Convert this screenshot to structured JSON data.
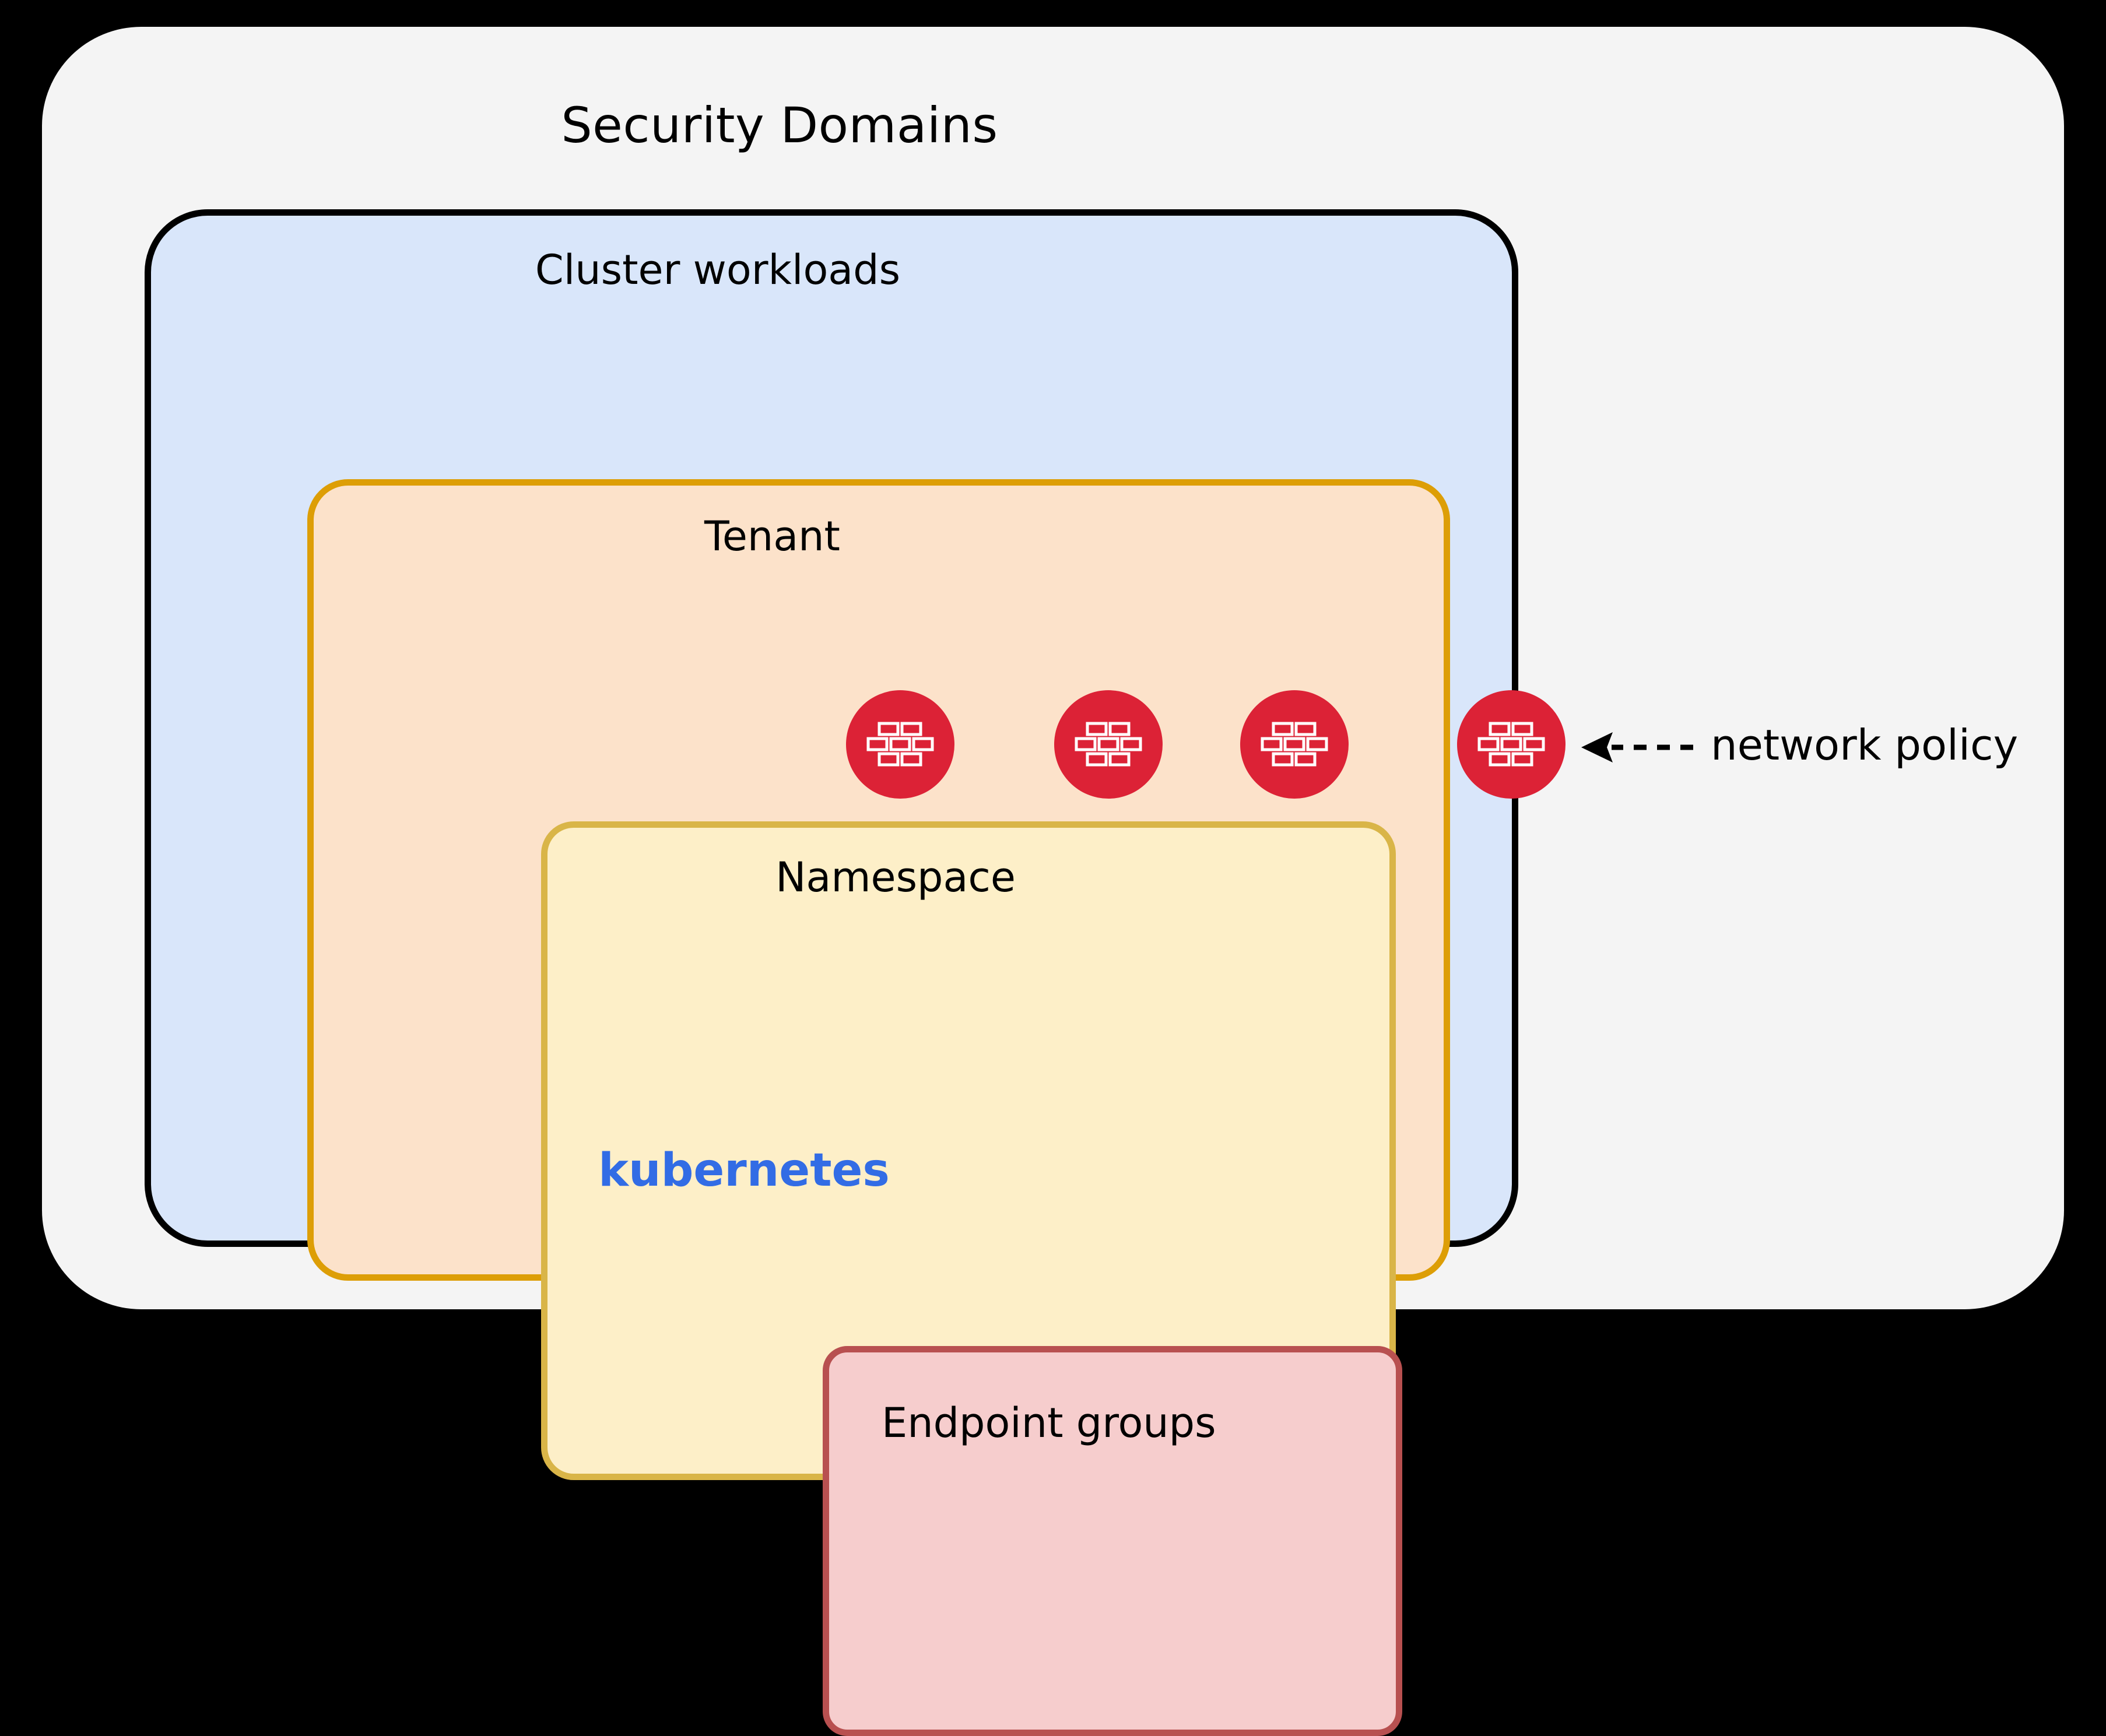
{
  "diagram": {
    "title": "Security Domains",
    "background_color": "#f4f4f4",
    "outer_color": "#000000"
  },
  "boxes": [
    {
      "id": "cluster",
      "label": "Cluster workloads",
      "fill": "#d9e6fa",
      "stroke": "#000000"
    },
    {
      "id": "tenant",
      "label": "Tenant",
      "fill": "#fce2ca",
      "stroke": "#dd9e06"
    },
    {
      "id": "namespace",
      "label": "Namespace",
      "fill": "#fdefc8",
      "stroke": "#d9b548"
    },
    {
      "id": "endpoint",
      "label": "Endpoint groups",
      "fill": "#f6cdcd",
      "stroke": "#b85050"
    }
  ],
  "platform": {
    "wordmark": "kubernetes",
    "color": "#326ce5"
  },
  "badges": [
    {
      "icon": "firewall-brick-icon",
      "color": "#dc2236",
      "on_boundary": "endpoint"
    },
    {
      "icon": "firewall-brick-icon",
      "color": "#dc2236",
      "on_boundary": "namespace"
    },
    {
      "icon": "firewall-brick-icon",
      "color": "#dc2236",
      "on_boundary": "tenant"
    },
    {
      "icon": "firewall-brick-icon",
      "color": "#dc2236",
      "on_boundary": "cluster"
    }
  ],
  "annotation": {
    "text": "network policy",
    "arrow": "dashed-arrow-left-icon",
    "color": "#000000"
  }
}
